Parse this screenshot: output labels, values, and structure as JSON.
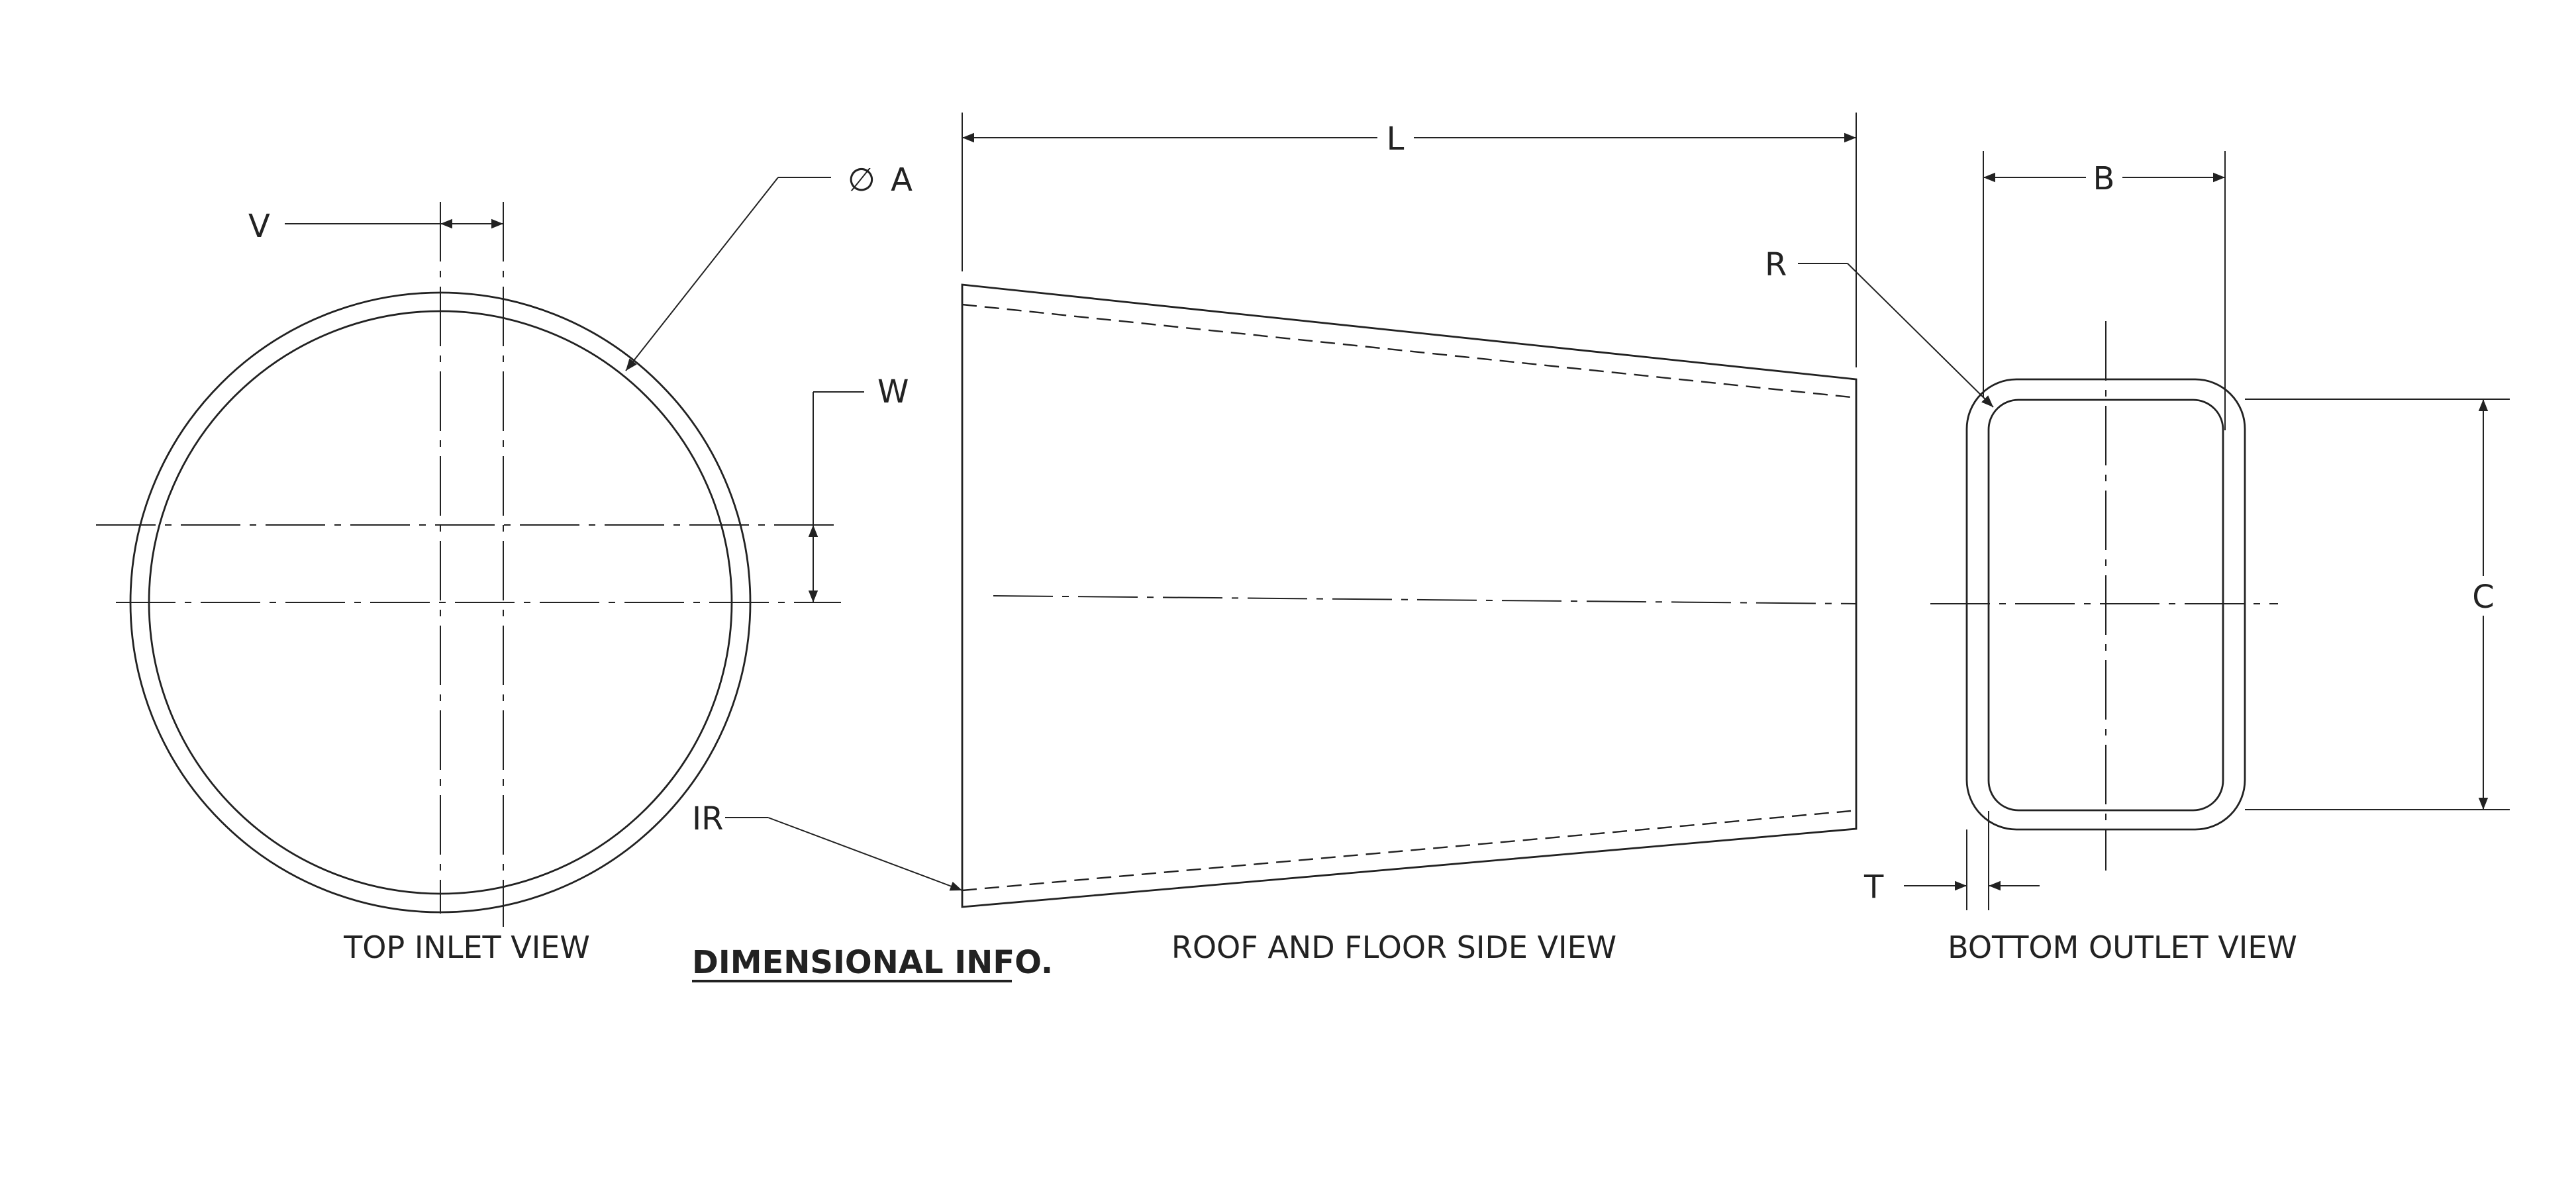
{
  "dimensions": {
    "diameter_symbol": "∅",
    "diameter": "A",
    "length": "L",
    "b": "B",
    "c": "C",
    "v": "V",
    "w": "W",
    "r": "R",
    "ir": "IR",
    "t": "T"
  },
  "views": {
    "top_inlet": "TOP INLET VIEW",
    "side": "ROOF AND FLOOR SIDE VIEW",
    "bottom_outlet": "BOTTOM OUTLET VIEW"
  },
  "title": "DIMENSIONAL INFO."
}
